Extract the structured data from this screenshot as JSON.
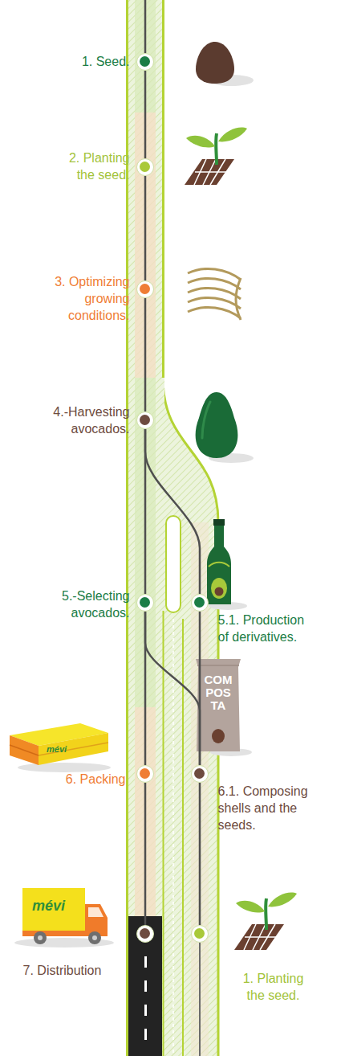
{
  "diagram": {
    "nodes": [
      {
        "text": [
          "1. Seed."
        ]
      },
      {
        "text": [
          "2. Planting the seed."
        ]
      },
      {
        "text": [
          "3. Optimizing growing conditions."
        ]
      },
      {
        "text": [
          "4.-Harvesting avocados."
        ]
      },
      {
        "text": [
          "5.-Selecting avocados."
        ]
      },
      {
        "text": [
          "5.1. Production of derivatives."
        ]
      },
      {
        "text": [
          "6. Packing"
        ]
      },
      {
        "text": [
          "6.1. Composing shells and the seeds."
        ]
      },
      {
        "text": [
          "7. Distribution"
        ]
      },
      {
        "text": [
          "1. Planting the seed."
        ]
      }
    ],
    "edges": [
      {
        "from": 0,
        "to": 1,
        "arrow": "none"
      },
      {
        "from": 1,
        "to": 2,
        "arrow": "none"
      },
      {
        "from": 2,
        "to": 3,
        "arrow": "none"
      },
      {
        "from": 3,
        "to": 4,
        "arrow": "none"
      },
      {
        "from": 3,
        "to": 5,
        "arrow": "none"
      },
      {
        "from": 4,
        "to": 6,
        "arrow": "none"
      },
      {
        "from": 4,
        "to": 7,
        "arrow": "none"
      },
      {
        "from": 5,
        "to": 7,
        "arrow": "none"
      },
      {
        "from": 6,
        "to": 8,
        "arrow": "none"
      },
      {
        "from": 7,
        "to": 9,
        "arrow": "none"
      }
    ],
    "labels": [
      "COM POS TA",
      "mévi",
      "mévi"
    ]
  }
}
